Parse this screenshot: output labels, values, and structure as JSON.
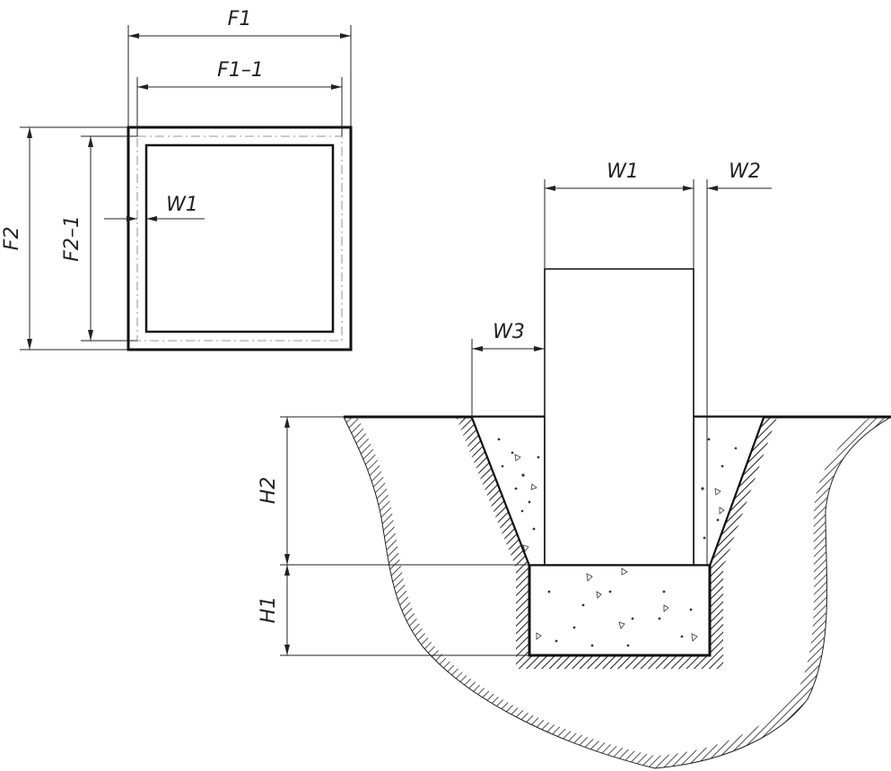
{
  "labels": {
    "f1": "F1",
    "f1_1": "F1–1",
    "f2": "F2",
    "f2_1": "F2–1",
    "w1_plan": "W1",
    "w1": "W1",
    "w2": "W2",
    "w3": "W3",
    "h1": "H1",
    "h2": "H2"
  }
}
